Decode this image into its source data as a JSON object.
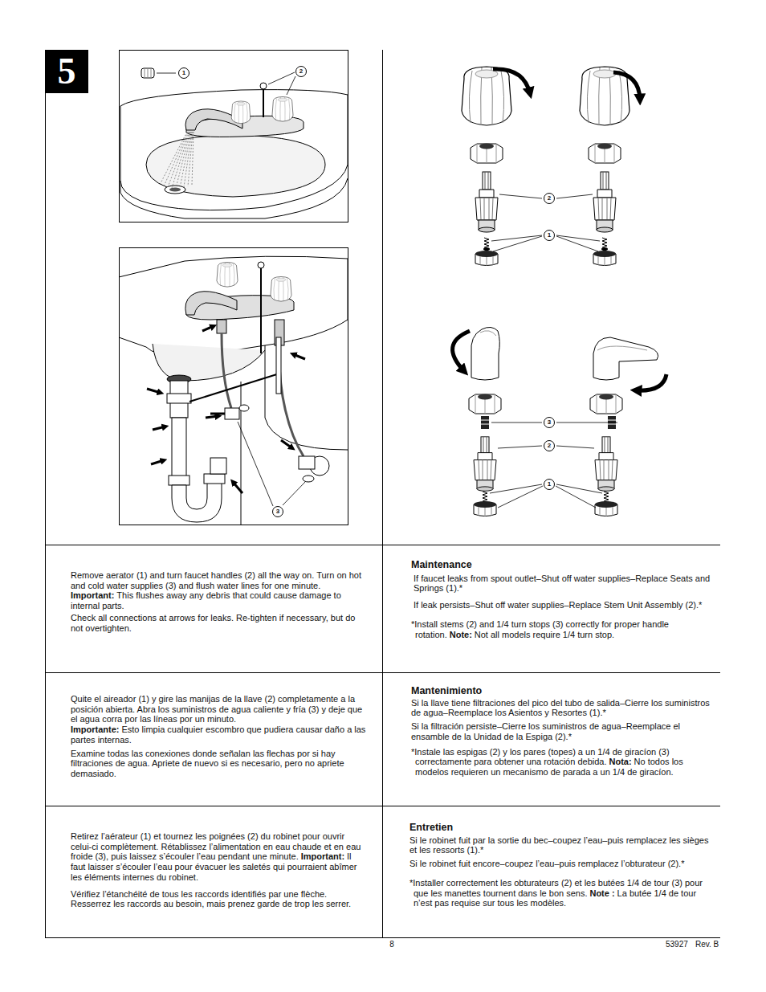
{
  "diagram": {
    "nodes": [
      {
        "text": [
          "5"
        ]
      },
      {
        "text": [
          "Remove aerator (1) and turn faucet handles (2) all the way on. Turn on hot and cold water supplies (3) and flush water lines for one minute.",
          "Important:",
          "This flushes away any debris that could cause damage to internal parts.",
          "Check all connections at arrows for leaks. Re-tighten if necessary, but do not overtighten."
        ]
      },
      {
        "text": [
          "Maintenance",
          "If faucet leaks from spout outlet–Shut off water supplies–Replace Seats and Springs (1).*",
          "If leak persists–Shut off water supplies–Replace Stem Unit Assembly (2).*",
          "*Install stems (2) and 1/4 turn stops (3) correctly for proper handle rotation.",
          "Note:",
          "Not all models require 1/4 turn stop."
        ]
      },
      {
        "text": [
          "Quite el aireador (1) y gire las manijas de la llave (2) completamente a la posición abierta. Abra los suministros de agua caliente y fría (3) y deje que el agua corra por las líneas por un minuto.",
          "Importante:",
          "Esto limpia cualquier escombro que pudiera causar daño a las partes internas.",
          "Examine todas las conexiones donde señalan las flechas por si hay filtraciones de agua. Apriete de nuevo si es necesario, pero no apriete demasiado."
        ]
      },
      {
        "text": [
          "Mantenimiento",
          "Si la llave tiene filtraciones del pico del tubo de salida–Cierre los suministros de agua–Reemplace los Asientos y Resortes (1).*",
          "Si la filtración persiste–Cierre los suministros de agua–Reemplace el ensamble de la Unidad de la Espiga (2).*",
          "*Instale las espigas (2) y los pares (topes) a un 1/4 de giracíon (3) correctamente para obtener una rotación debida.",
          "Nota:",
          "No todos los modelos requieren un mecanismo de parada a un 1/4 de giracíon."
        ]
      },
      {
        "text": [
          "Retirez l’aérateur (1) et tournez les poignées (2) du robinet pour ouvrir celui-ci complètement. Rétablissez l’alimentation en eau chaude et en eau froide (3), puis laissez s’écouler l’eau pendant une minute.",
          "Important:",
          "Il faut laisser s’écouler l’eau pour évacuer les saletés qui pourraient abîmer les éléments internes du robinet.",
          "Vérifiez l’étanchéité de tous les raccords identifiés par une flèche. Resserrez les raccords au besoin, mais prenez garde de trop les serrer."
        ]
      },
      {
        "text": [
          "Entretien",
          "Si le robinet fuit par la sortie du bec–coupez l’eau–puis remplacez les sièges et les ressorts (1).*",
          "Si le robinet fuit encore–coupez l’eau–puis remplacez l’obturateur (2).*",
          "*Installer correctement les obturateurs (2) et les butées 1/4 de tour (3) pour que les manettes tournent dans le bon sens.",
          "Note :",
          "La butée 1/4 de tour n’est pas requise sur tous les modèles."
        ]
      }
    ],
    "labels": [
      "1",
      "2",
      "3",
      "2",
      "1",
      "3",
      "2",
      "1",
      "8",
      "53927",
      "Rev. B"
    ]
  }
}
